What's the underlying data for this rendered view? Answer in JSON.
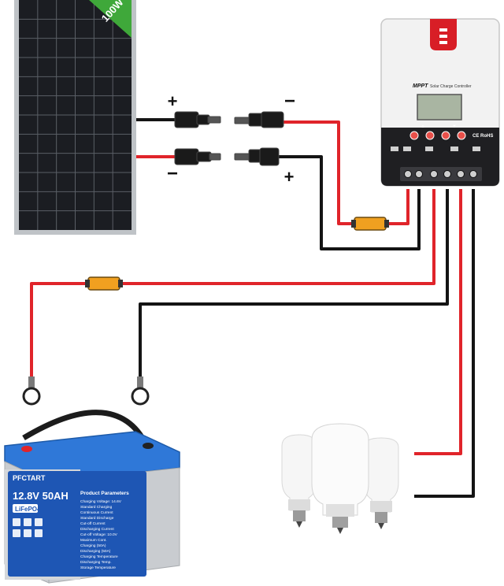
{
  "solar_panel": {
    "rating_label": "100W",
    "positive_symbol": "+",
    "negative_symbol": "−"
  },
  "pv_connectors": {
    "negative_symbol": "−",
    "positive_symbol": "+"
  },
  "controller": {
    "brand_label": "MPPT",
    "subtitle_label": "Solar Charge Controller",
    "cert_label": "CE RoHS"
  },
  "battery": {
    "brand_label": "PFCTART",
    "voltage_capacity_label": "12.8V 50AH",
    "chemistry_label": "LiFePO4",
    "params_title": "Product Parameters",
    "params_lines": [
      "Charging Voltage: 14.6V",
      "Standard Charging",
      "Continuous Current",
      "Standard Discharge",
      "Cut-off Current",
      "Discharging Current",
      "Cut-off Voltage: 10.0V",
      "Maximum Cont.",
      "Charging (50A)",
      "Discharging (50A)",
      "Charging Temperature",
      "Discharging Temp.",
      "Storage Temperature"
    ]
  },
  "colors": {
    "wire_red": "#e0242a",
    "wire_black": "#141414",
    "fuse_orange": "#f0a020",
    "panel_badge": "#3fa83a",
    "controller_red": "#d81e26",
    "battery_blue": "#2f78d8",
    "battery_grey": "#c9ccd0"
  }
}
